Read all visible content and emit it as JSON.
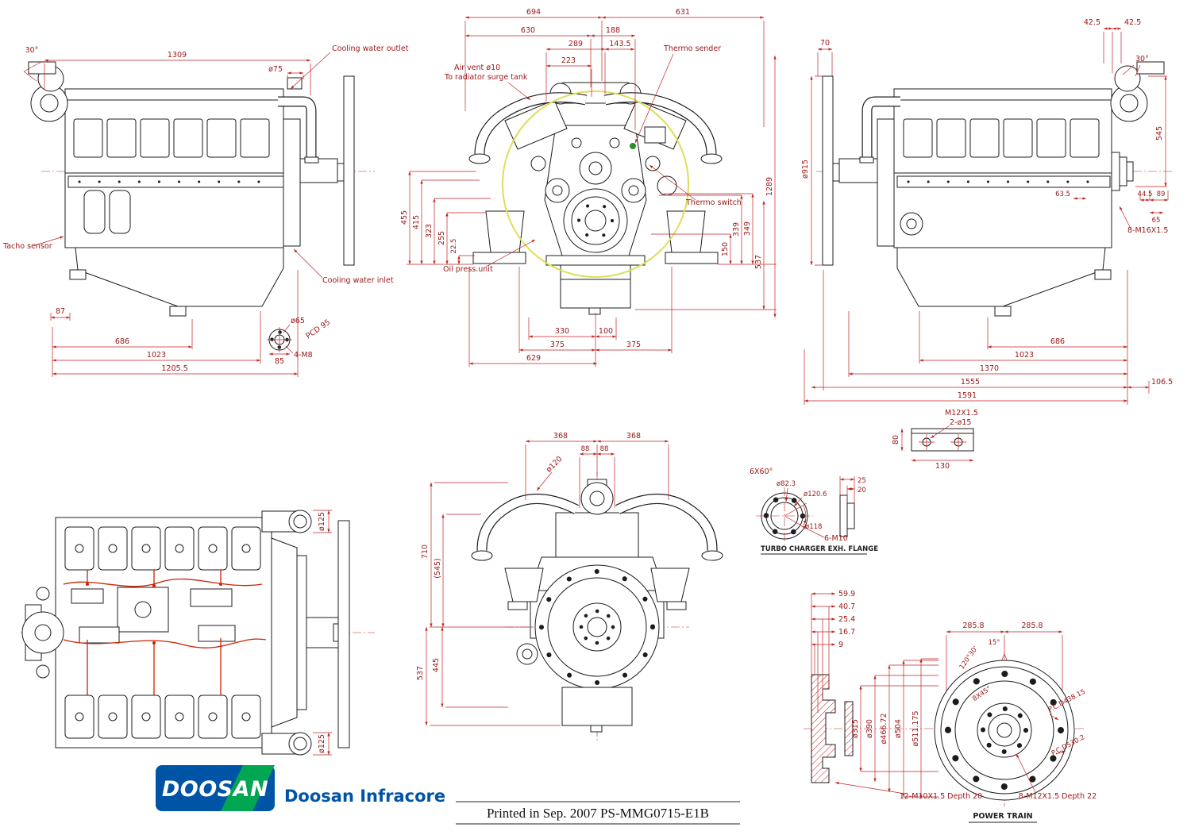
{
  "doc": {
    "print_info": "Printed in Sep. 2007 PS-MMG0715-E1B",
    "logo_text": "DOOSAN",
    "brand_text": "Doosan Infracore"
  },
  "colors": {
    "drawing_line": "#1c1c1c",
    "dimension_red": "#c22222",
    "dimension_text": "#9b1515",
    "doosan_blue": "#0054a6",
    "doosan_green": "#00a651",
    "fan_circle_yellow": "#dede5a",
    "harness_red": "#cc2200",
    "thermo_mark_green": "#2a8f2a"
  },
  "views": {
    "side_left": {
      "title": "left side view",
      "labels": {
        "cooling_outlet": "Cooling water outlet",
        "tacho_sensor": "Tacho sensor",
        "cooling_inlet": "Cooling water inlet"
      },
      "dims": {
        "angle30": "30°",
        "overall_1309": "1309",
        "pipe_dia": "ø75",
        "front_87": "87",
        "chain_686": "686",
        "chain_1023": "1023",
        "chain_1205": "1205.5",
        "hub_dia": "ø65",
        "hub_pcd": "PCD 95",
        "hub_bolts": "4-M8",
        "hub_85": "85"
      }
    },
    "front": {
      "title": "front view",
      "labels": {
        "air_vent": "Air vent ø10",
        "surge_tank": "To radiator surge tank",
        "thermo_sender": "Thermo sender",
        "thermo_switch": "Thermo switch",
        "oil_press": "Oil press.unit"
      },
      "dims": {
        "top_694": "694",
        "top_631": "631",
        "top_630": "630",
        "top_188": "188",
        "top_289": "289",
        "top_143": "143.5",
        "top_223": "223",
        "left_455": "455",
        "left_415": "415",
        "left_323": "323",
        "left_255": "255",
        "left_22": "22.5",
        "right_339": "339",
        "right_349": "349",
        "right_1289": "1289",
        "right_150": "150",
        "right_537": "537",
        "bot_330": "330",
        "bot_100": "100",
        "bot_375l": "375",
        "bot_375r": "375",
        "bot_629": "629"
      }
    },
    "side_right": {
      "title": "right side view",
      "labels": {
        "flange_bolts": "8-M16X1.5"
      },
      "dims": {
        "top_70": "70",
        "top_42a": "42.5",
        "top_42b": "42.5",
        "angle30": "30°",
        "disc_dia": "ø915",
        "right_545": "545",
        "mid_63": "63.5",
        "mid_44": "44.5",
        "mid_89": "89",
        "mid_65": "65",
        "chain_686": "686",
        "chain_1023": "1023",
        "chain_1370": "1370",
        "chain_1555": "1555",
        "chain_1591": "1591",
        "right_106": "106.5"
      },
      "bracket": {
        "thread": "M12X1.5",
        "holes": "2-ø15",
        "h80": "80",
        "w130": "130"
      }
    },
    "top": {
      "title": "top view",
      "dims": {
        "pipe_top": "ø125",
        "pipe_bottom": "ø125"
      }
    },
    "rear": {
      "title": "rear view",
      "dims": {
        "top_368l": "368",
        "top_368r": "368",
        "top_88l": "88",
        "top_88r": "88",
        "pipe_dia": "ø120",
        "left_710": "710",
        "left_545": "(545)",
        "left_537": "537",
        "left_445": "445"
      }
    },
    "flange": {
      "title": "TURBO CHARGER EXH. FLANGE",
      "dims": {
        "spacing": "6X60°",
        "d82": "ø82.3",
        "d120": "ø120.6",
        "d118": "ø118",
        "t25": "25",
        "t20": "20",
        "bolts": "6-M10"
      }
    },
    "powertrain": {
      "title": "POWER TRAIN",
      "dims": {
        "s59": "59.9",
        "s40": "40.7",
        "s25": "25.4",
        "s16": "16.7",
        "s9": "9",
        "w285a": "285.8",
        "w285b": "285.8",
        "a15": "15°",
        "a120": "120°30'",
        "d315": "ø315",
        "d390": "ø390",
        "d466": "ø466.72",
        "d504": "ø504",
        "d511": "ø511.175",
        "a8x45": "8X45°",
        "pcd438": "P.C.D438.15",
        "pcd530": "P.C.D530.2"
      },
      "labels": {
        "bolts12": "12-M10X1.5 Depth 20",
        "bolts8": "8-M12X1.5 Depth 22"
      }
    }
  }
}
